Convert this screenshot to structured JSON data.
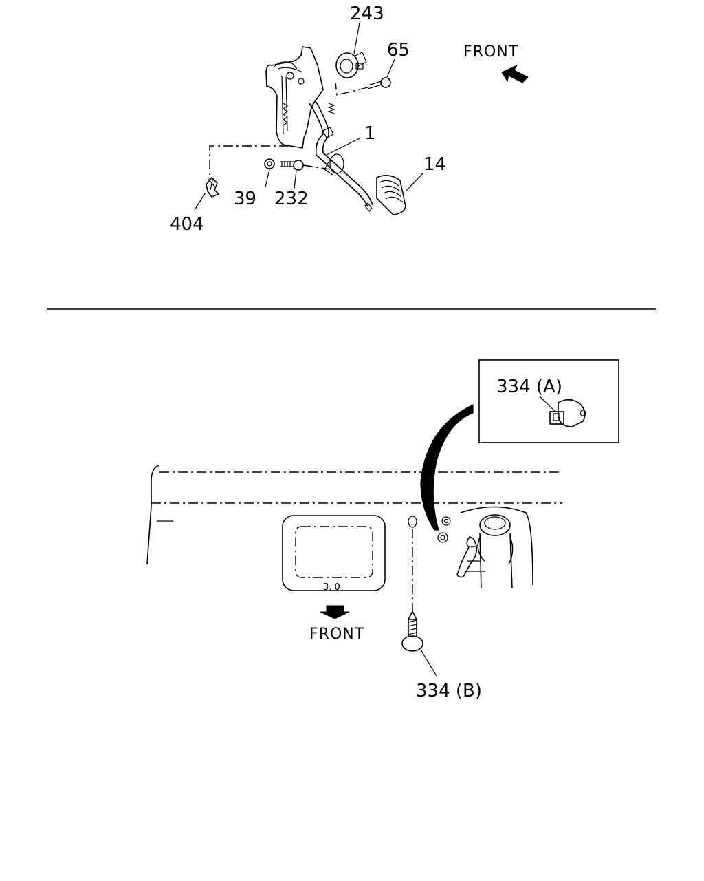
{
  "upper": {
    "front": "FRONT",
    "parts": {
      "p243": "243",
      "p65": "65",
      "p1": "1",
      "p14": "14",
      "p39": "39",
      "p232": "232",
      "p404": "404"
    }
  },
  "lower": {
    "front": "FRONT",
    "p334a": "334 (A)",
    "p334b": "334 (B)",
    "marking": "3. 0"
  }
}
